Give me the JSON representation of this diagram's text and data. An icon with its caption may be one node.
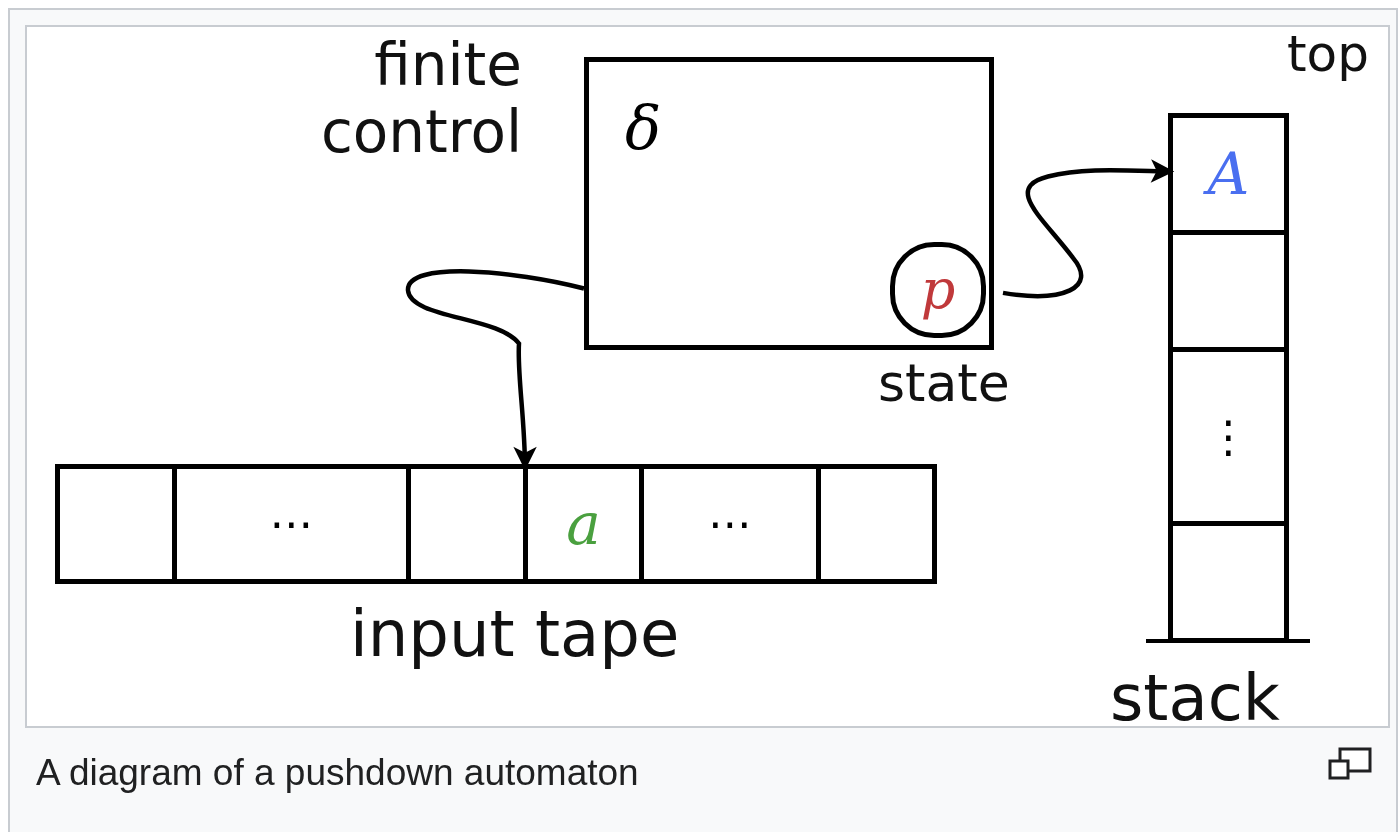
{
  "diagram": {
    "caption": "A diagram of a pushdown automaton",
    "nodes": [
      {
        "text": [
          "δ"
        ],
        "beside": [
          "finite control"
        ]
      },
      {
        "text": [
          "p"
        ],
        "in": 0,
        "beside": [
          "state"
        ]
      },
      {
        "text": [],
        "shape": "box",
        "beside": [
          "input tape"
        ]
      },
      {
        "text": [],
        "shape": "box",
        "in": 2
      },
      {
        "text": [
          "⋯"
        ],
        "in": 2
      },
      {
        "text": [],
        "shape": "box",
        "in": 2
      },
      {
        "text": [
          "a"
        ],
        "in": 2
      },
      {
        "text": [
          "⋯"
        ],
        "in": 2
      },
      {
        "text": [],
        "shape": "box",
        "in": 2
      },
      {
        "text": [],
        "shape": "box",
        "beside": [
          "top",
          "stack"
        ]
      },
      {
        "text": [
          "A"
        ],
        "in": 9
      },
      {
        "text": [],
        "shape": "box",
        "in": 9
      },
      {
        "text": [
          "⋮"
        ],
        "in": 9
      },
      {
        "text": [],
        "shape": "box",
        "in": 9
      }
    ],
    "edges": [
      {
        "from": 0,
        "to": 6,
        "arrow": "to"
      },
      {
        "from": 1,
        "to": 10,
        "arrow": "to"
      }
    ]
  }
}
